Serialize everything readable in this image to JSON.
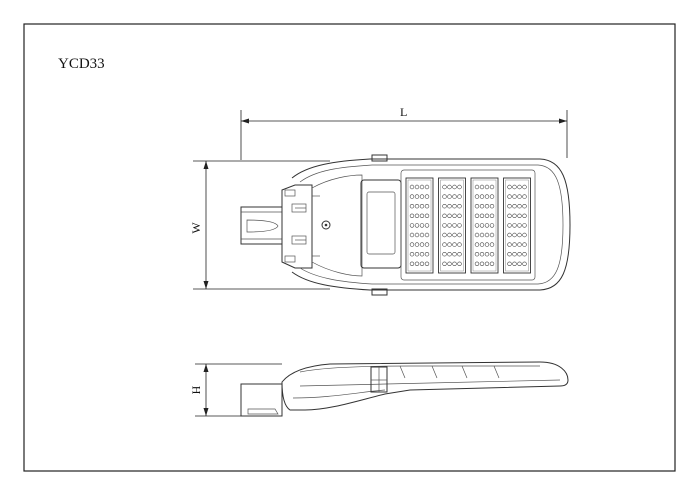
{
  "title": "YCD33",
  "dimensions": {
    "length_label": "L",
    "width_label": "W",
    "height_label": "H"
  },
  "led_panel": {
    "modules": 4,
    "rows_per_module": 9,
    "leds_per_row": 4
  }
}
